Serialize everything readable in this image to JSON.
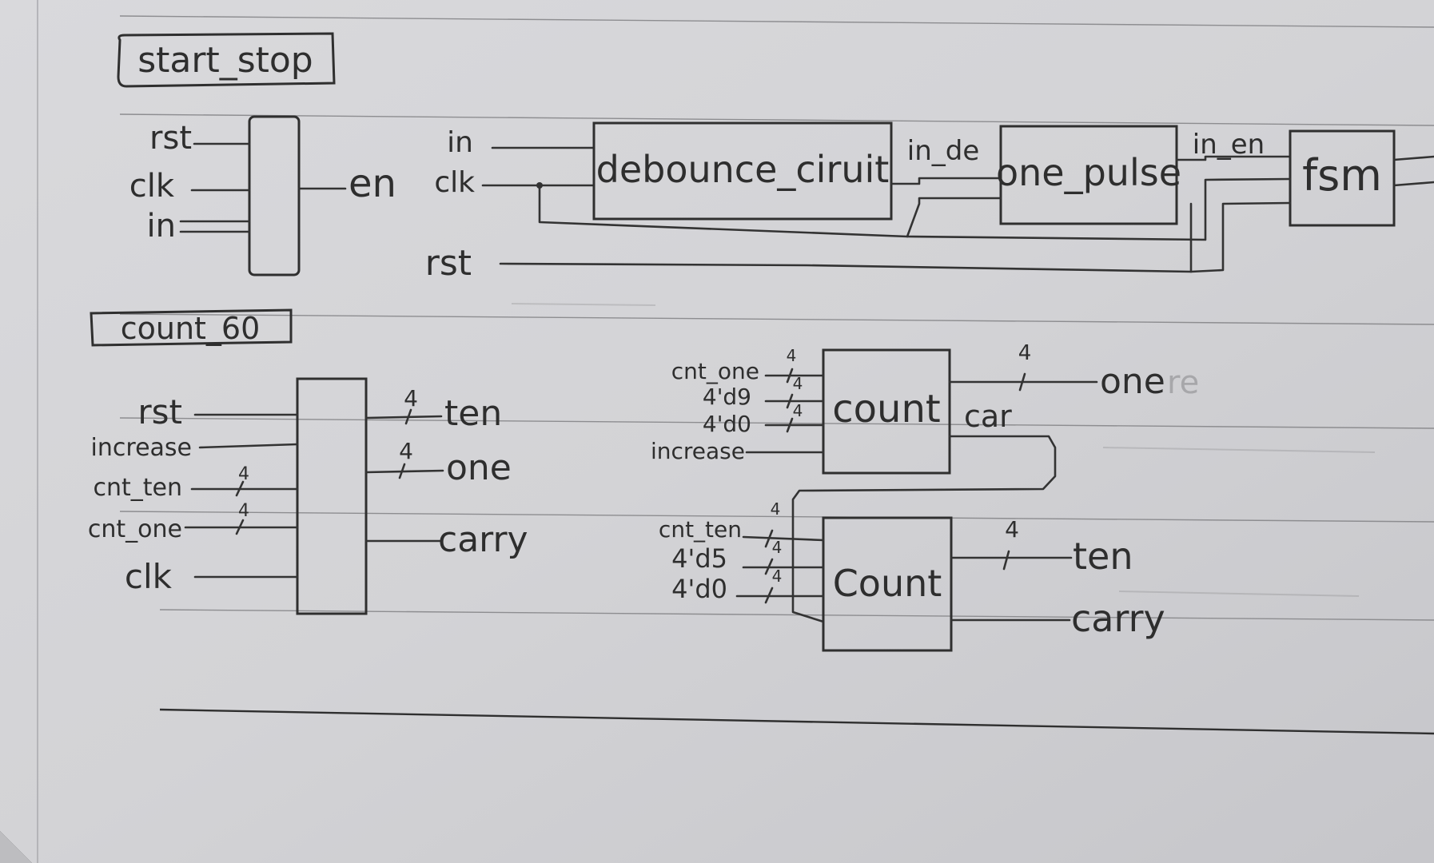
{
  "start_stop": {
    "title": "start_stop",
    "block": {
      "inputs": [
        "rst",
        "clk",
        "in"
      ],
      "output": "en"
    },
    "in_label": "in",
    "clk_label": "clk",
    "rst_label": "rst",
    "debounce": "debounce_ciruit",
    "wire_in_de": "in_de",
    "one_pulse": "one_pulse",
    "wire_in_en": "in_en",
    "fsm": "fsm"
  },
  "count_60": {
    "title": "count_60",
    "block": {
      "inputs": [
        "rst",
        "increase",
        "cnt_ten",
        "cnt_one",
        "clk"
      ],
      "bus_width": "4",
      "outputs": [
        "ten",
        "one",
        "carry"
      ]
    },
    "count_top": {
      "label": "count",
      "inputs": [
        "cnt_one",
        "4'd9",
        "4'd0",
        "increase"
      ],
      "bus_width": "4",
      "out_one": "one",
      "out_one_suffix": "re",
      "out_car": "car"
    },
    "count_bottom": {
      "label": "Count",
      "inputs": [
        "cnt_ten",
        "4'd5",
        "4'd0"
      ],
      "bus_width": "4",
      "out_ten": "ten",
      "out_carry": "carry"
    }
  }
}
